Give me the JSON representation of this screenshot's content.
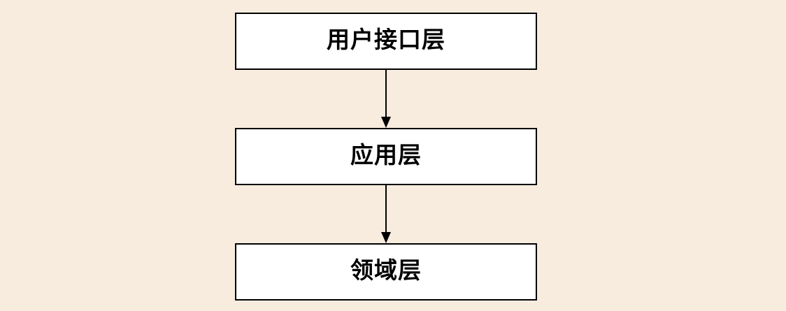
{
  "diagram": {
    "title": "layered-architecture-flowchart",
    "layers": [
      {
        "label": "用户接口层"
      },
      {
        "label": "应用层"
      },
      {
        "label": "领域层"
      }
    ],
    "connections": [
      {
        "from": 0,
        "to": 1,
        "type": "arrow-down"
      },
      {
        "from": 1,
        "to": 2,
        "type": "arrow-down"
      }
    ],
    "colors": {
      "background": "#f8ecdf",
      "box_fill": "#ffffff",
      "box_border": "#000000",
      "arrow": "#000000",
      "text": "#000000"
    }
  }
}
